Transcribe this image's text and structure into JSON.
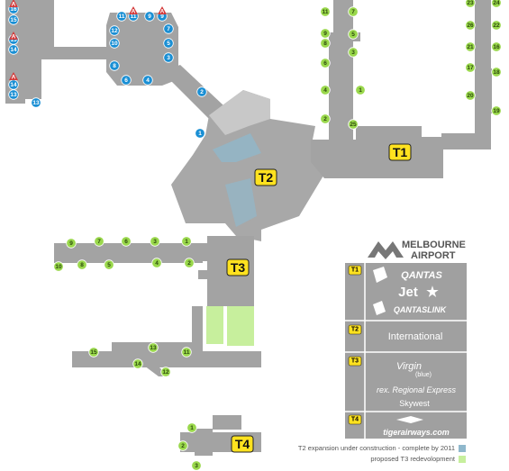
{
  "colors": {
    "building": "#a3a3a3",
    "building_light": "#c8c8c8",
    "expansion_blue": "#8fb8cc",
    "redevelopment_green": "#c7ef9d",
    "gate_blue": "#1a8fd4",
    "gate_green": "#9ad84c",
    "gate_red": "#d43a3a",
    "terminal_label_bg": "#ffe21f",
    "panel_bg": "#a0a0a0"
  },
  "terminals": [
    {
      "id": "T1",
      "label": "T1"
    },
    {
      "id": "T2",
      "label": "T2"
    },
    {
      "id": "T3",
      "label": "T3"
    },
    {
      "id": "T4",
      "label": "T4"
    }
  ],
  "gates": {
    "t2_blue": [
      "16",
      "15",
      "15",
      "14",
      "14",
      "13",
      "11",
      "11",
      "9",
      "9",
      "12",
      "10",
      "7",
      "5",
      "3",
      "8",
      "6",
      "4",
      "2",
      "1"
    ],
    "t2_red_badges": [
      "A",
      "A",
      "A",
      "A",
      "A"
    ],
    "t1_green": [
      "11",
      "9",
      "8",
      "6",
      "4",
      "2",
      "7",
      "5",
      "3",
      "1",
      "25",
      "23",
      "26",
      "24",
      "22",
      "21",
      "20",
      "16",
      "18",
      "19",
      "17"
    ],
    "t3_green": [
      "9",
      "7",
      "6",
      "3",
      "1",
      "10",
      "8",
      "5",
      "4",
      "2",
      "15",
      "13",
      "14",
      "12",
      "11"
    ],
    "t4_green": [
      "1",
      "2",
      "3"
    ]
  },
  "logo": {
    "line1": "MELBOURNE",
    "line2": "AIRPORT"
  },
  "panel": {
    "t1": {
      "badge": "T1",
      "airlines": [
        "QANTAS",
        "Jet",
        "QANTASLINK"
      ]
    },
    "t2": {
      "badge": "T2",
      "airlines": [
        "International"
      ]
    },
    "t3": {
      "badge": "T3",
      "airlines": [
        "Virgin",
        "(blue)",
        "rex. Regional Express",
        "Skywest"
      ]
    },
    "t4": {
      "badge": "T4",
      "airlines": [
        "tigerairways.com"
      ]
    }
  },
  "legend": {
    "expansion": "T2 expansion under construction  - complete by 2011",
    "redevelopment": "proposed T3 redevolopment"
  }
}
